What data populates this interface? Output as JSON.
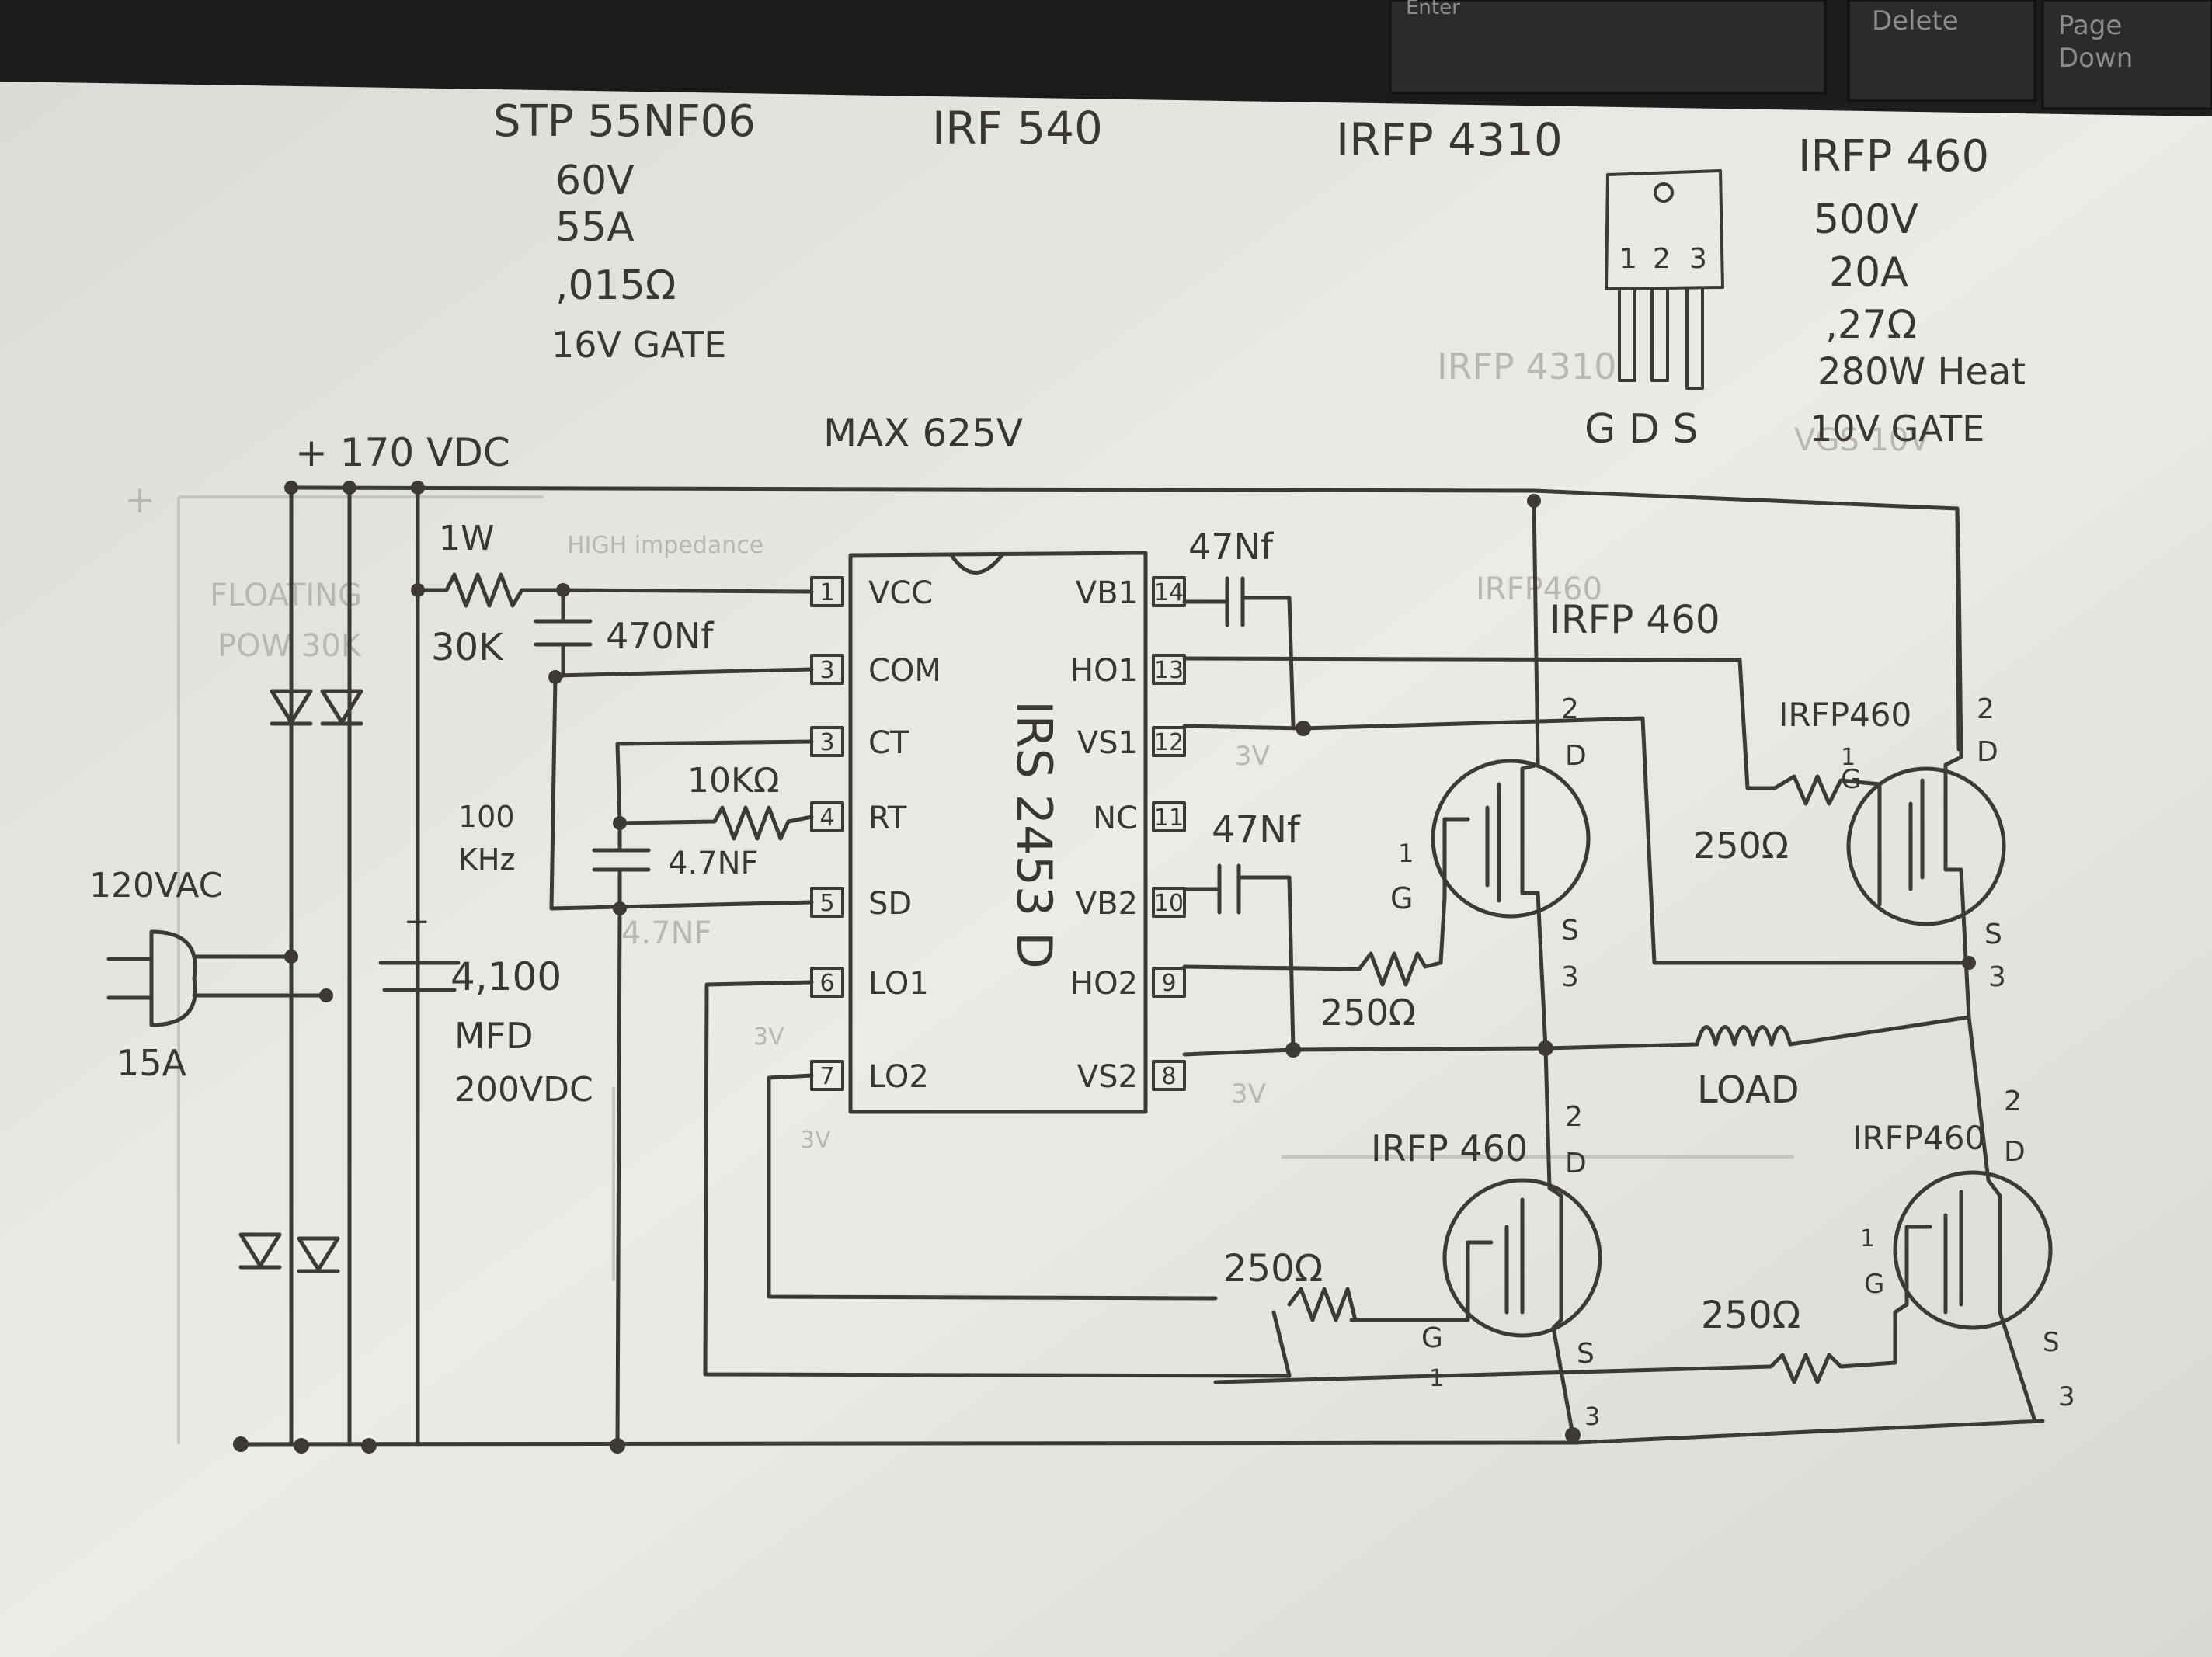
{
  "keyboard": {
    "keys": [
      "Enter",
      "Delete",
      "Page",
      "Down"
    ]
  },
  "header_specs": {
    "part1": {
      "name": "STP 55NF06",
      "lines": [
        "60V",
        "55A",
        ",015Ω",
        "16V GATE"
      ]
    },
    "part2": {
      "name": "IRF 540"
    },
    "part3": {
      "name": "IRFP 4310"
    },
    "part4": {
      "name": "IRFP 460",
      "lines": [
        "500V",
        "20A",
        ",27Ω",
        "280W Heat",
        "10V GATE"
      ]
    },
    "package": {
      "pins": [
        "1",
        "2",
        "3"
      ],
      "legend": "G D S"
    },
    "max_voltage": "MAX 625V"
  },
  "supply": {
    "rail_label": "+ 170 VDC",
    "plus_mark": "+",
    "ac_input": "120VAC",
    "fuse": "15A",
    "bulk_cap": [
      "4,100",
      "MFD",
      "200VDC"
    ],
    "bulk_cap_plus": "+"
  },
  "vcc_network": {
    "resistor_power": "1W",
    "resistor_value": "30K",
    "cap_value": "470Nf"
  },
  "timing": {
    "rt_value": "10KΩ",
    "ct_value": "4.7NF",
    "frequency": [
      "100",
      "KHz"
    ]
  },
  "ic": {
    "name": "IRS 2453 D",
    "left_pins": [
      {
        "num": "1",
        "label": "VCC"
      },
      {
        "num": "3",
        "label": "COM"
      },
      {
        "num": "3",
        "label": "CT"
      },
      {
        "num": "4",
        "label": "RT"
      },
      {
        "num": "5",
        "label": "SD"
      },
      {
        "num": "6",
        "label": "LO1"
      },
      {
        "num": "7",
        "label": "LO2"
      }
    ],
    "right_pins": [
      {
        "num": "14",
        "label": "VB1"
      },
      {
        "num": "13",
        "label": "HO1"
      },
      {
        "num": "12",
        "label": "VS1"
      },
      {
        "num": "11",
        "label": "NC"
      },
      {
        "num": "10",
        "label": "VB2"
      },
      {
        "num": "9",
        "label": "HO2"
      },
      {
        "num": "8",
        "label": "VS2"
      }
    ]
  },
  "bootstrap": {
    "c1": "47Nf",
    "c2": "47Nf",
    "v_marks": [
      "3V",
      "3V",
      "3V",
      "3V"
    ]
  },
  "mosfets": [
    {
      "name": "IRFP 460",
      "gate_res": "250Ω",
      "pins": {
        "g": "G",
        "d": "D",
        "s": "S",
        "n1": "1",
        "n2": "2",
        "n3": "3"
      }
    },
    {
      "name": "IRFP460",
      "gate_res": "250Ω",
      "pins": {
        "g": "G",
        "d": "D",
        "s": "S",
        "n1": "1",
        "n2": "2",
        "n3": "3"
      }
    },
    {
      "name": "IRFP 460",
      "gate_res": "250Ω",
      "pins": {
        "g": "G",
        "d": "D",
        "s": "S",
        "n1": "1",
        "n2": "2",
        "n3": "3"
      }
    },
    {
      "name": "IRFP460",
      "gate_res": "250Ω",
      "pins": {
        "g": "G",
        "d": "D",
        "s": "S",
        "n1": "1",
        "n2": "2",
        "n3": "3"
      }
    }
  ],
  "load": {
    "label": "LOAD"
  },
  "erased_notes": [
    "HIGH impedance",
    "IRFP460",
    "IRFP 4310",
    "VGS 10V",
    "FLOATING",
    "POW 30K",
    "4.7NF"
  ],
  "colors": {
    "paper": "#e9e8e3",
    "ink": "#3d3a36",
    "keyboard": "#1e1e20"
  }
}
